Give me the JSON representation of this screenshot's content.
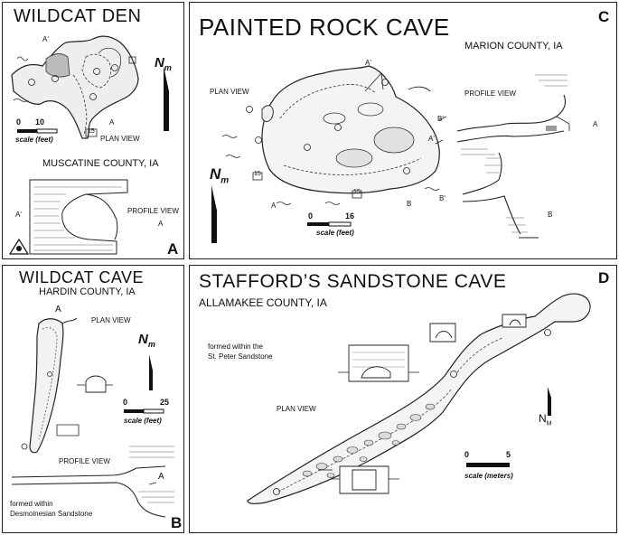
{
  "panelA": {
    "title": "WILDCAT DEN",
    "county": "MUSCATINE COUNTY, IA",
    "plan_view": "PLAN VIEW",
    "profile_view": "PROFILE VIEW",
    "scale_zero": "0",
    "scale_max": "10",
    "scale_unit": "scale (feet)",
    "north_n": "N",
    "north_sub": "m",
    "letter": "A",
    "mark_a": "A",
    "mark_a_prime": "A'",
    "datum": "15"
  },
  "panelB": {
    "title": "WILDCAT CAVE",
    "county": "HARDIN COUNTY, IA",
    "plan_view": "PLAN VIEW",
    "profile_view": "PROFILE VIEW",
    "scale_zero": "0",
    "scale_max": "25",
    "scale_unit": "scale (feet)",
    "north_n": "N",
    "north_sub": "m",
    "note": "formed within\nDesmoinesian Sandstone",
    "letter": "B",
    "mark_a": "A",
    "mark_a2": "A"
  },
  "panelC": {
    "title": "PAINTED ROCK CAVE",
    "county": "MARION COUNTY, IA",
    "plan_view": "PLAN VIEW",
    "profile_view": "PROFILE VIEW",
    "scale_zero": "0",
    "scale_max": "16",
    "scale_unit": "scale (feet)",
    "north_n": "N",
    "north_sub": "m",
    "letter": "C",
    "mark_a": "A",
    "mark_a_prime": "A'",
    "mark_b": "B",
    "mark_b_prime": "B'",
    "datum": "15"
  },
  "panelD": {
    "title": "STAFFORD’S SANDSTONE CAVE",
    "county": "ALLAMAKEE COUNTY, IA",
    "note": "formed within the\nSt. Peter Sandstone",
    "plan_view": "PLAN VIEW",
    "scale_zero": "0",
    "scale_max": "5",
    "scale_unit": "scale (meters)",
    "north_n": "N",
    "north_sub": "M",
    "letter": "D"
  }
}
